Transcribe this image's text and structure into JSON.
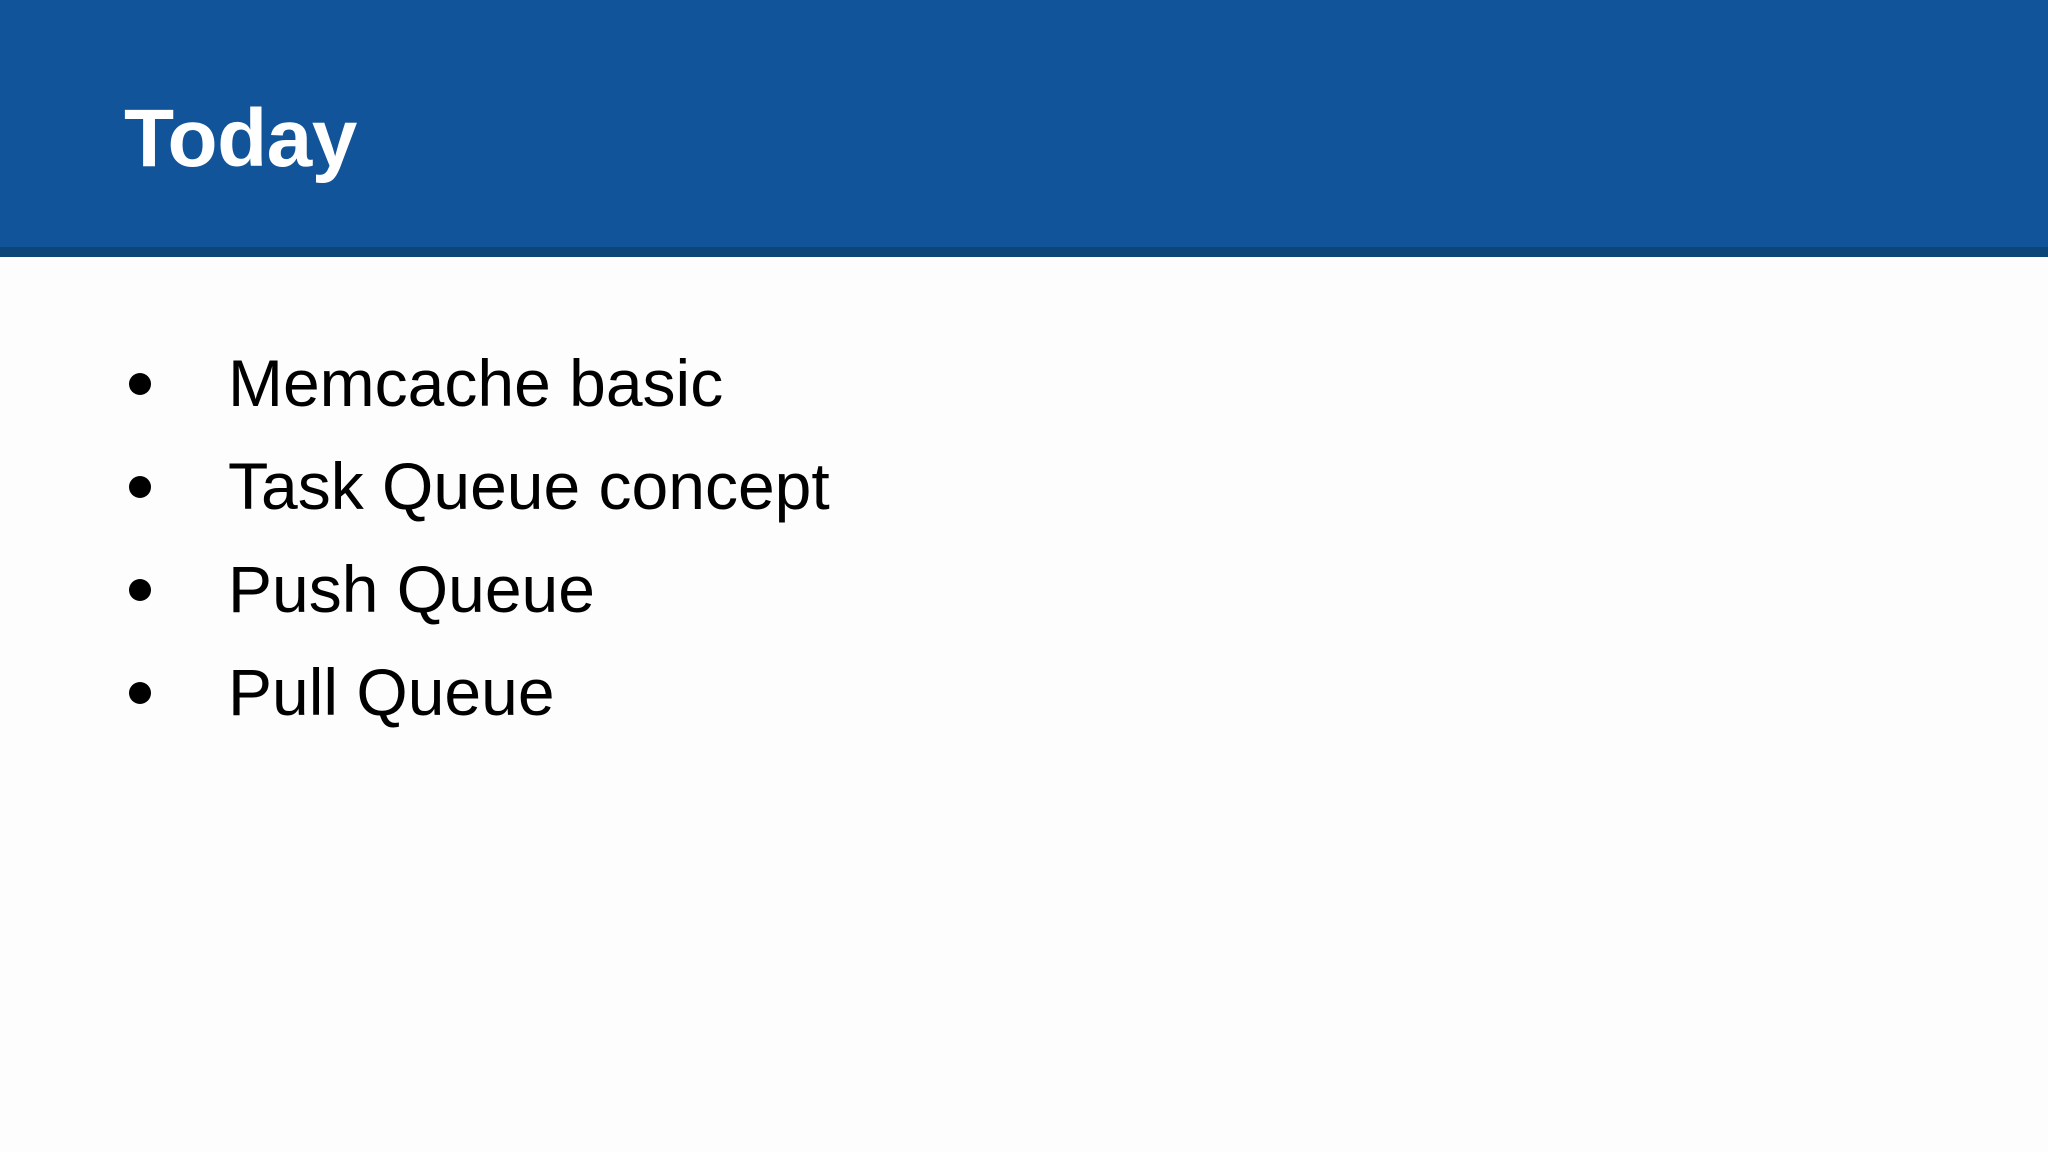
{
  "slide": {
    "title": "Today",
    "header_color": "#11549a",
    "header_accent_color": "#0c4577",
    "title_color": "#ffffff",
    "body_background": "#fdfdfd",
    "text_color": "#000000",
    "bullet_marker": "filled-circle",
    "bullets": [
      {
        "label": "Memcache basic"
      },
      {
        "label": "Task Queue concept"
      },
      {
        "label": "Push Queue"
      },
      {
        "label": "Pull Queue"
      }
    ]
  }
}
